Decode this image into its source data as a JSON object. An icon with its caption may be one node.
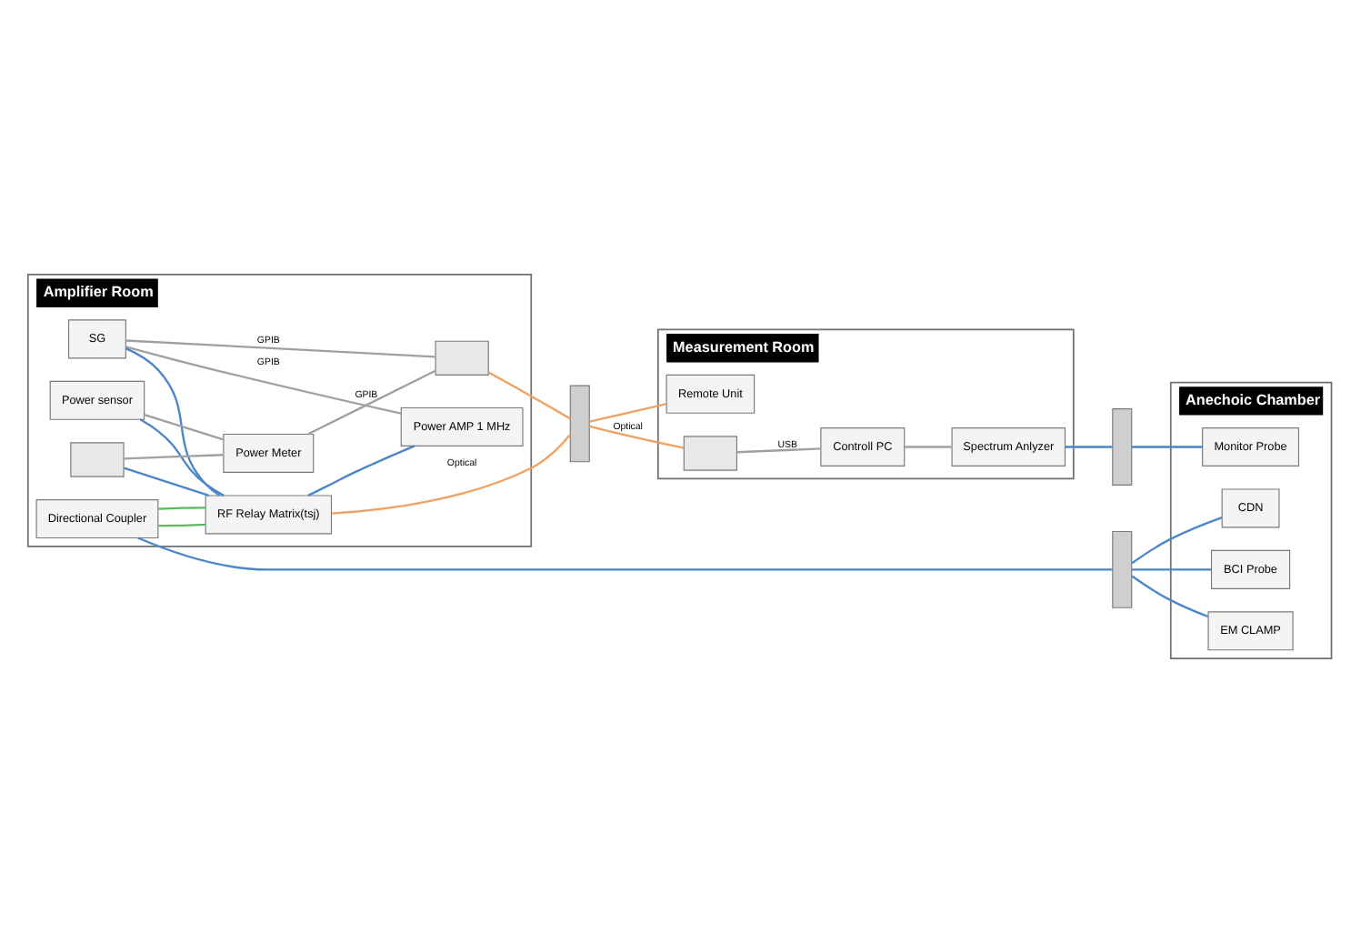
{
  "diagram": {
    "nodes": [
      {
        "text": [
          "Amplifier Room"
        ]
      },
      {
        "text": [
          "SG"
        ],
        "in": 0
      },
      {
        "text": [
          "Power AMP 1 MHz"
        ],
        "in": 0
      },
      {
        "text": [
          "Directional Coupler"
        ],
        "in": 0
      },
      {
        "text": [
          "Power sensor"
        ],
        "in": 0
      },
      {
        "text": [],
        "shape": "box",
        "in": 0
      },
      {
        "text": [
          "RF Relay Matrix(tsj)"
        ],
        "in": 0
      },
      {
        "text": [
          "Power Meter"
        ],
        "in": 0
      },
      {
        "text": [],
        "shape": "box",
        "in": 0
      },
      {
        "text": [
          "Measurement Room"
        ]
      },
      {
        "text": [
          "Remote Unit"
        ],
        "in": 9
      },
      {
        "text": [],
        "shape": "box",
        "in": 9
      },
      {
        "text": [
          "Controll PC"
        ],
        "in": 9
      },
      {
        "text": [
          "Spectrum Anlyzer"
        ],
        "in": 9
      },
      {
        "text": [
          "Anechoic Chamber"
        ]
      },
      {
        "text": [
          "EM CLAMP"
        ],
        "in": 14
      },
      {
        "text": [
          "CDN"
        ],
        "in": 14
      },
      {
        "text": [
          "BCI Probe"
        ],
        "in": 14
      },
      {
        "text": [
          "Monitor Probe"
        ],
        "in": 14
      },
      {
        "text": [],
        "shape": "bar"
      },
      {
        "text": [],
        "shape": "bar"
      },
      {
        "text": [],
        "shape": "bar"
      }
    ],
    "edges": [
      {
        "from": 1,
        "to": 2,
        "arrow": "none",
        "label": "GPIB",
        "color": "#a0a0a0"
      },
      {
        "from": 1,
        "to": 6,
        "arrow": "none",
        "color": "#4a86c8"
      },
      {
        "from": 6,
        "to": 2,
        "arrow": "none",
        "color": "#4a86c8"
      },
      {
        "from": 3,
        "to": 6,
        "arrow": "none",
        "color": "#5cb85c"
      },
      {
        "from": 3,
        "to": 6,
        "arrow": "none",
        "color": "#5cb85c"
      },
      {
        "from": 4,
        "to": 6,
        "arrow": "none",
        "color": "#4a86c8"
      },
      {
        "from": 5,
        "to": 6,
        "arrow": "none",
        "color": "#4a86c8"
      },
      {
        "from": 4,
        "to": 7,
        "arrow": "none",
        "color": "#a0a0a0"
      },
      {
        "from": 5,
        "to": 7,
        "arrow": "none",
        "color": "#a0a0a0"
      },
      {
        "from": 1,
        "to": 8,
        "arrow": "none",
        "label": "GPIB",
        "color": "#a0a0a0"
      },
      {
        "from": 7,
        "to": 8,
        "arrow": "none",
        "label": "GPIB",
        "color": "#a0a0a0"
      },
      {
        "from": 6,
        "to": 19,
        "arrow": "none",
        "label": "Optical",
        "color": "#f0a060"
      },
      {
        "from": 19,
        "to": 10,
        "arrow": "none",
        "color": "#f0a060"
      },
      {
        "from": 8,
        "to": 19,
        "arrow": "none",
        "color": "#f0a060"
      },
      {
        "from": 19,
        "to": 11,
        "arrow": "none",
        "label": "Optical",
        "color": "#f0a060"
      },
      {
        "from": 11,
        "to": 12,
        "arrow": "none",
        "label": "USB",
        "color": "#a0a0a0"
      },
      {
        "from": 12,
        "to": 13,
        "arrow": "none",
        "color": "#a0a0a0"
      },
      {
        "from": 3,
        "to": 20,
        "arrow": "none",
        "color": "#4a86c8"
      },
      {
        "from": 20,
        "to": 15,
        "arrow": "none",
        "color": "#4a86c8"
      },
      {
        "from": 20,
        "to": 16,
        "arrow": "none",
        "color": "#4a86c8"
      },
      {
        "from": 20,
        "to": 17,
        "arrow": "none",
        "color": "#4a86c8"
      },
      {
        "from": 13,
        "to": 21,
        "arrow": "none",
        "color": "#4a86c8"
      },
      {
        "from": 21,
        "to": 18,
        "arrow": "none",
        "color": "#4a86c8"
      }
    ]
  }
}
